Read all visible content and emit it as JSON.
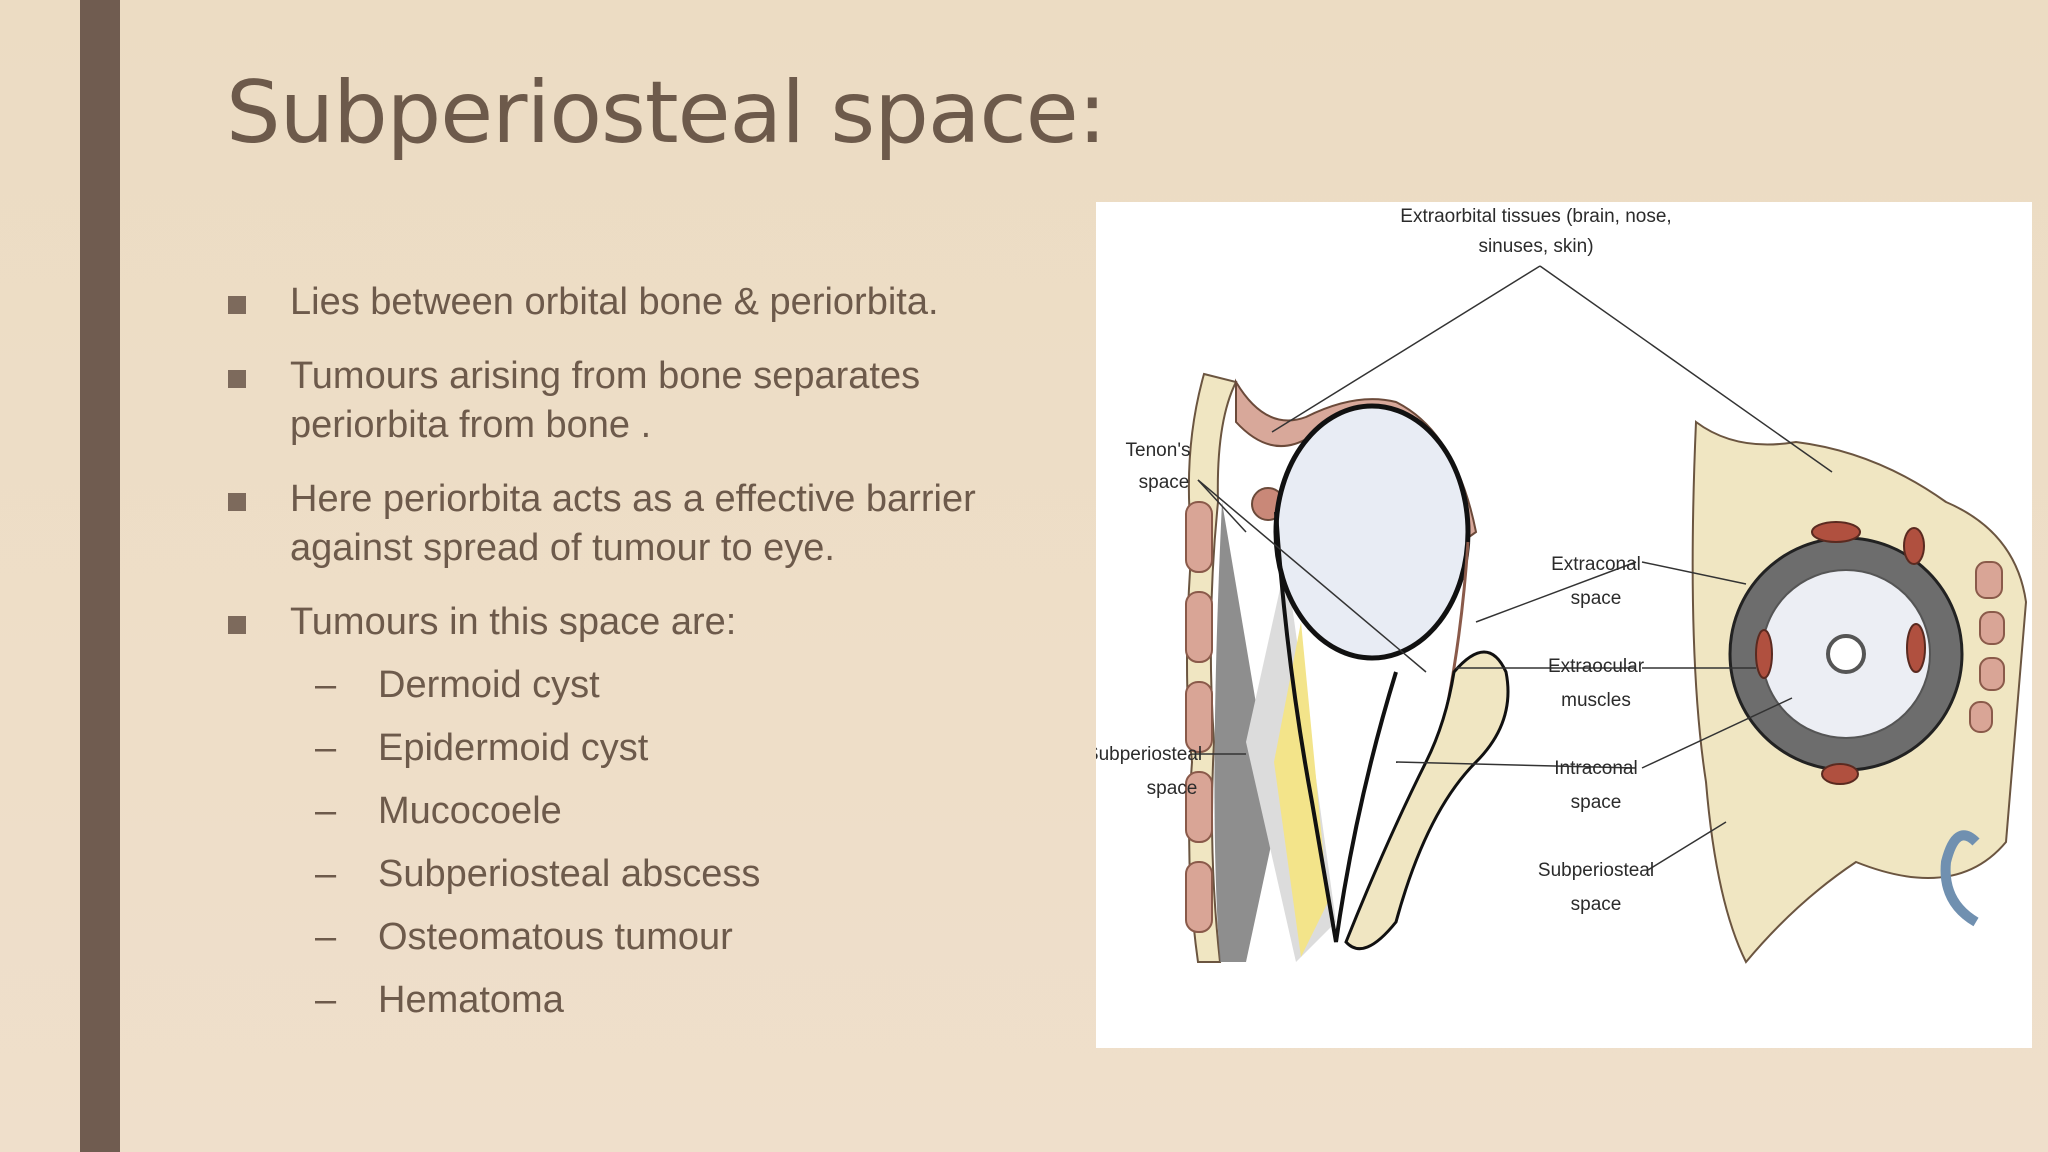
{
  "slide": {
    "title": "Subperiosteal space:",
    "bullets": [
      {
        "text": "Lies between orbital bone & periorbita."
      },
      {
        "text": "Tumours arising from bone separates periorbita from bone ."
      },
      {
        "text": "Here periorbita acts as a effective barrier against spread of tumour to eye."
      },
      {
        "text": "Tumours in this space are:",
        "sub_items": [
          "Dermoid cyst",
          "Epidermoid cyst",
          "Mucocoele",
          "Subperiosteal abscess",
          "Osteomatous tumour",
          "Hematoma"
        ]
      }
    ]
  },
  "figure": {
    "labels": {
      "extraorbital_1": "Extraorbital tissues (brain, nose,",
      "extraorbital_2": "sinuses, skin)",
      "tenons_1": "Tenon's",
      "tenons_2": "space",
      "extraconal_1": "Extraconal",
      "extraconal_2": "space",
      "extraocular_1": "Extraocular",
      "extraocular_2": "muscles",
      "intraconal_1": "Intraconal",
      "intraconal_2": "space",
      "subperiosteal_left_1": "Subperiosteal",
      "subperiosteal_left_2": "space",
      "subperiosteal_right_1": "Subperiosteal",
      "subperiosteal_right_2": "space"
    }
  },
  "colors": {
    "background": "#ecdcc3",
    "accent_bar": "#705c50",
    "text": "#6d5a4b"
  }
}
